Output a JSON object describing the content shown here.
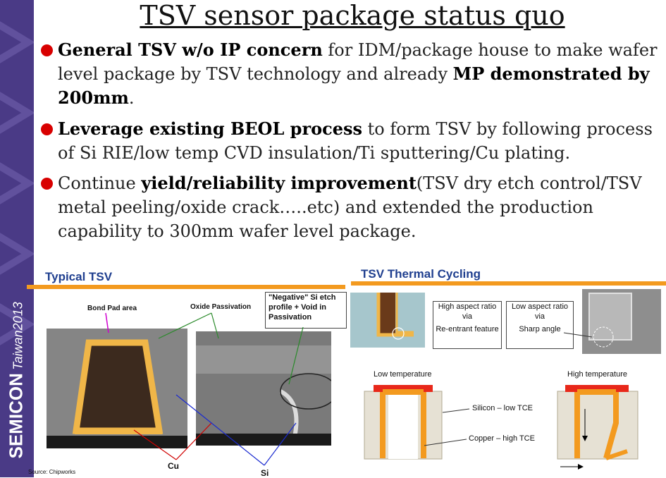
{
  "title": "TSV sensor package status quo",
  "bullets": [
    {
      "b1": "General TSV w/o IP concern",
      "t1": " for IDM/package house to make wafer level package by TSV technology and already ",
      "b2": "MP demonstrated by 200mm",
      "t2": "."
    },
    {
      "b1": "Leverage existing BEOL process",
      "t1": " to form TSV by following process of Si RIE/low temp CVD insulation/Ti sputtering/Cu plating."
    },
    {
      "t0": "Continue ",
      "b1": "yield/reliability improvement",
      "t1": "(TSV dry etch control/TSV metal peeling/oxide crack…..etc) and extended the production capability to 300mm wafer level package."
    }
  ],
  "sidebar": {
    "brand": "SEMICON",
    "sub": "Taiwan2013"
  },
  "left_panel": {
    "heading": "Typical TSV",
    "bond_pad": "Bond Pad area",
    "oxide": "Oxide Passivation",
    "negative": "\"Negative\" Si etch profile + Void in Passivation",
    "cu": "Cu",
    "si": "Si",
    "source": "Source: Chipworks"
  },
  "right_panel": {
    "heading": "TSV Thermal Cycling",
    "high_aspect": "High aspect ratio via",
    "reentrant": "Re-entrant feature",
    "low_aspect": "Low aspect ratio via",
    "sharp": "Sharp angle",
    "low_temp": "Low temperature",
    "high_temp": "High temperature",
    "silicon": "Silicon – low TCE",
    "copper": "Copper – high TCE"
  },
  "colors": {
    "bullet": "#d80000",
    "sidebar": "#4a3a86",
    "accent": "#f39a1f",
    "heading": "#1f3f8f",
    "pad": "#e8281a"
  }
}
